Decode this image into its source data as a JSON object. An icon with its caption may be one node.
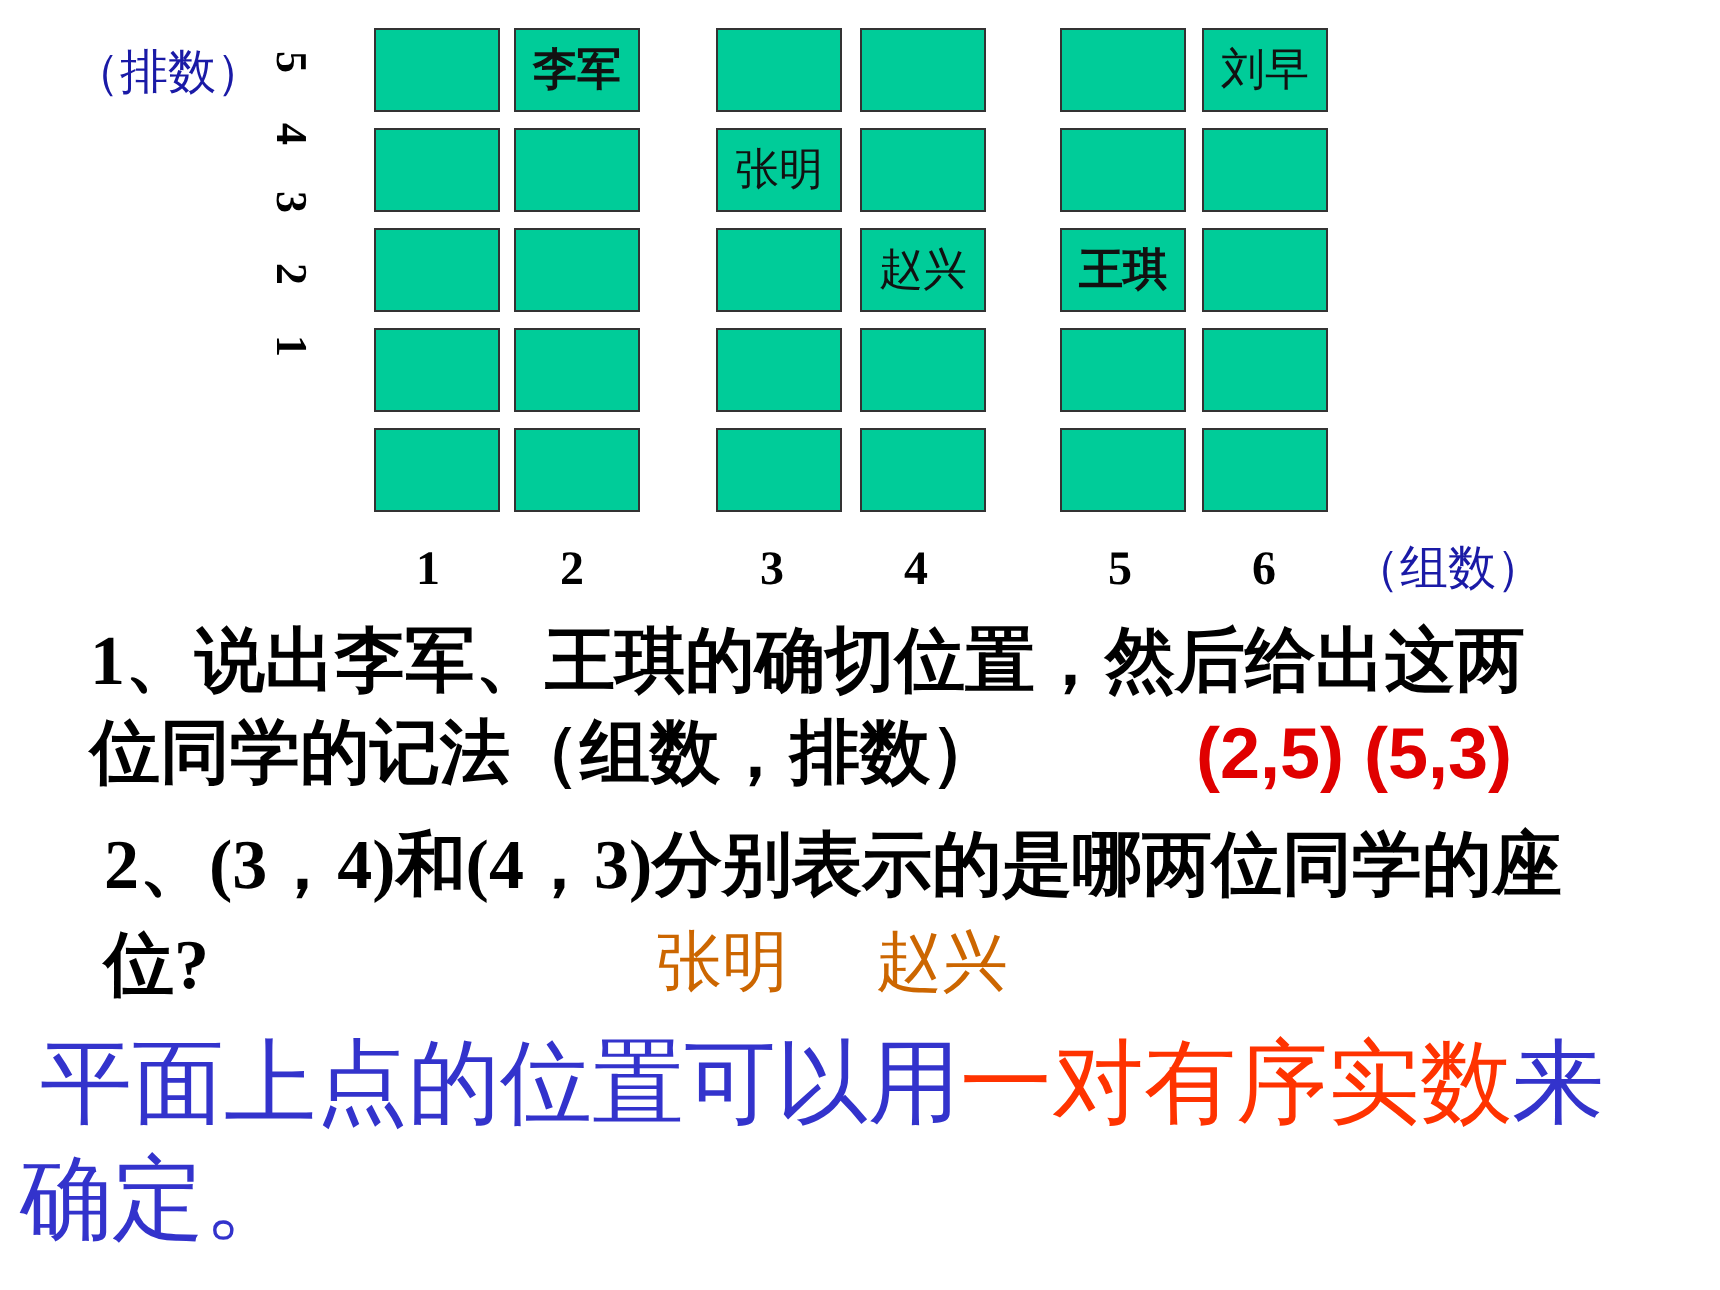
{
  "diagram": {
    "nodes": [
      {
        "text": [],
        "shape": "box"
      },
      {
        "text": [
          "李军"
        ]
      },
      {
        "text": [],
        "shape": "box"
      },
      {
        "text": [],
        "shape": "box"
      },
      {
        "text": [],
        "shape": "box"
      },
      {
        "text": [
          "刘早"
        ]
      },
      {
        "text": [],
        "shape": "box"
      },
      {
        "text": [],
        "shape": "box"
      },
      {
        "text": [
          "张明"
        ]
      },
      {
        "text": [],
        "shape": "box"
      },
      {
        "text": [],
        "shape": "box"
      },
      {
        "text": [],
        "shape": "box"
      },
      {
        "text": [],
        "shape": "box"
      },
      {
        "text": [],
        "shape": "box"
      },
      {
        "text": [],
        "shape": "box"
      },
      {
        "text": [
          "赵兴"
        ]
      },
      {
        "text": [
          "王琪"
        ]
      },
      {
        "text": [],
        "shape": "box"
      },
      {
        "text": [],
        "shape": "box"
      },
      {
        "text": [],
        "shape": "box"
      },
      {
        "text": [],
        "shape": "box"
      },
      {
        "text": [],
        "shape": "box"
      },
      {
        "text": [],
        "shape": "box"
      },
      {
        "text": [],
        "shape": "box"
      },
      {
        "text": [],
        "shape": "box"
      },
      {
        "text": [],
        "shape": "box"
      },
      {
        "text": [],
        "shape": "box"
      },
      {
        "text": [],
        "shape": "box"
      },
      {
        "text": [],
        "shape": "box"
      },
      {
        "text": [],
        "shape": "box"
      }
    ],
    "labels": [
      "（排数）",
      "5",
      "4",
      "3",
      "2",
      "1",
      "1",
      "2",
      "3",
      "4",
      "5",
      "6",
      "（组数）",
      "1、说出李军、王琪的确切位置，然后给出这两位同学的记法（组数，排数）",
      "(2,5) (5,3)",
      "2、(3，4)和(4，3)分别表示的是哪两位同学的座位?",
      "张明",
      "赵兴",
      "平面上点的位置可以用",
      "一对有序实数",
      "来确定。"
    ]
  }
}
